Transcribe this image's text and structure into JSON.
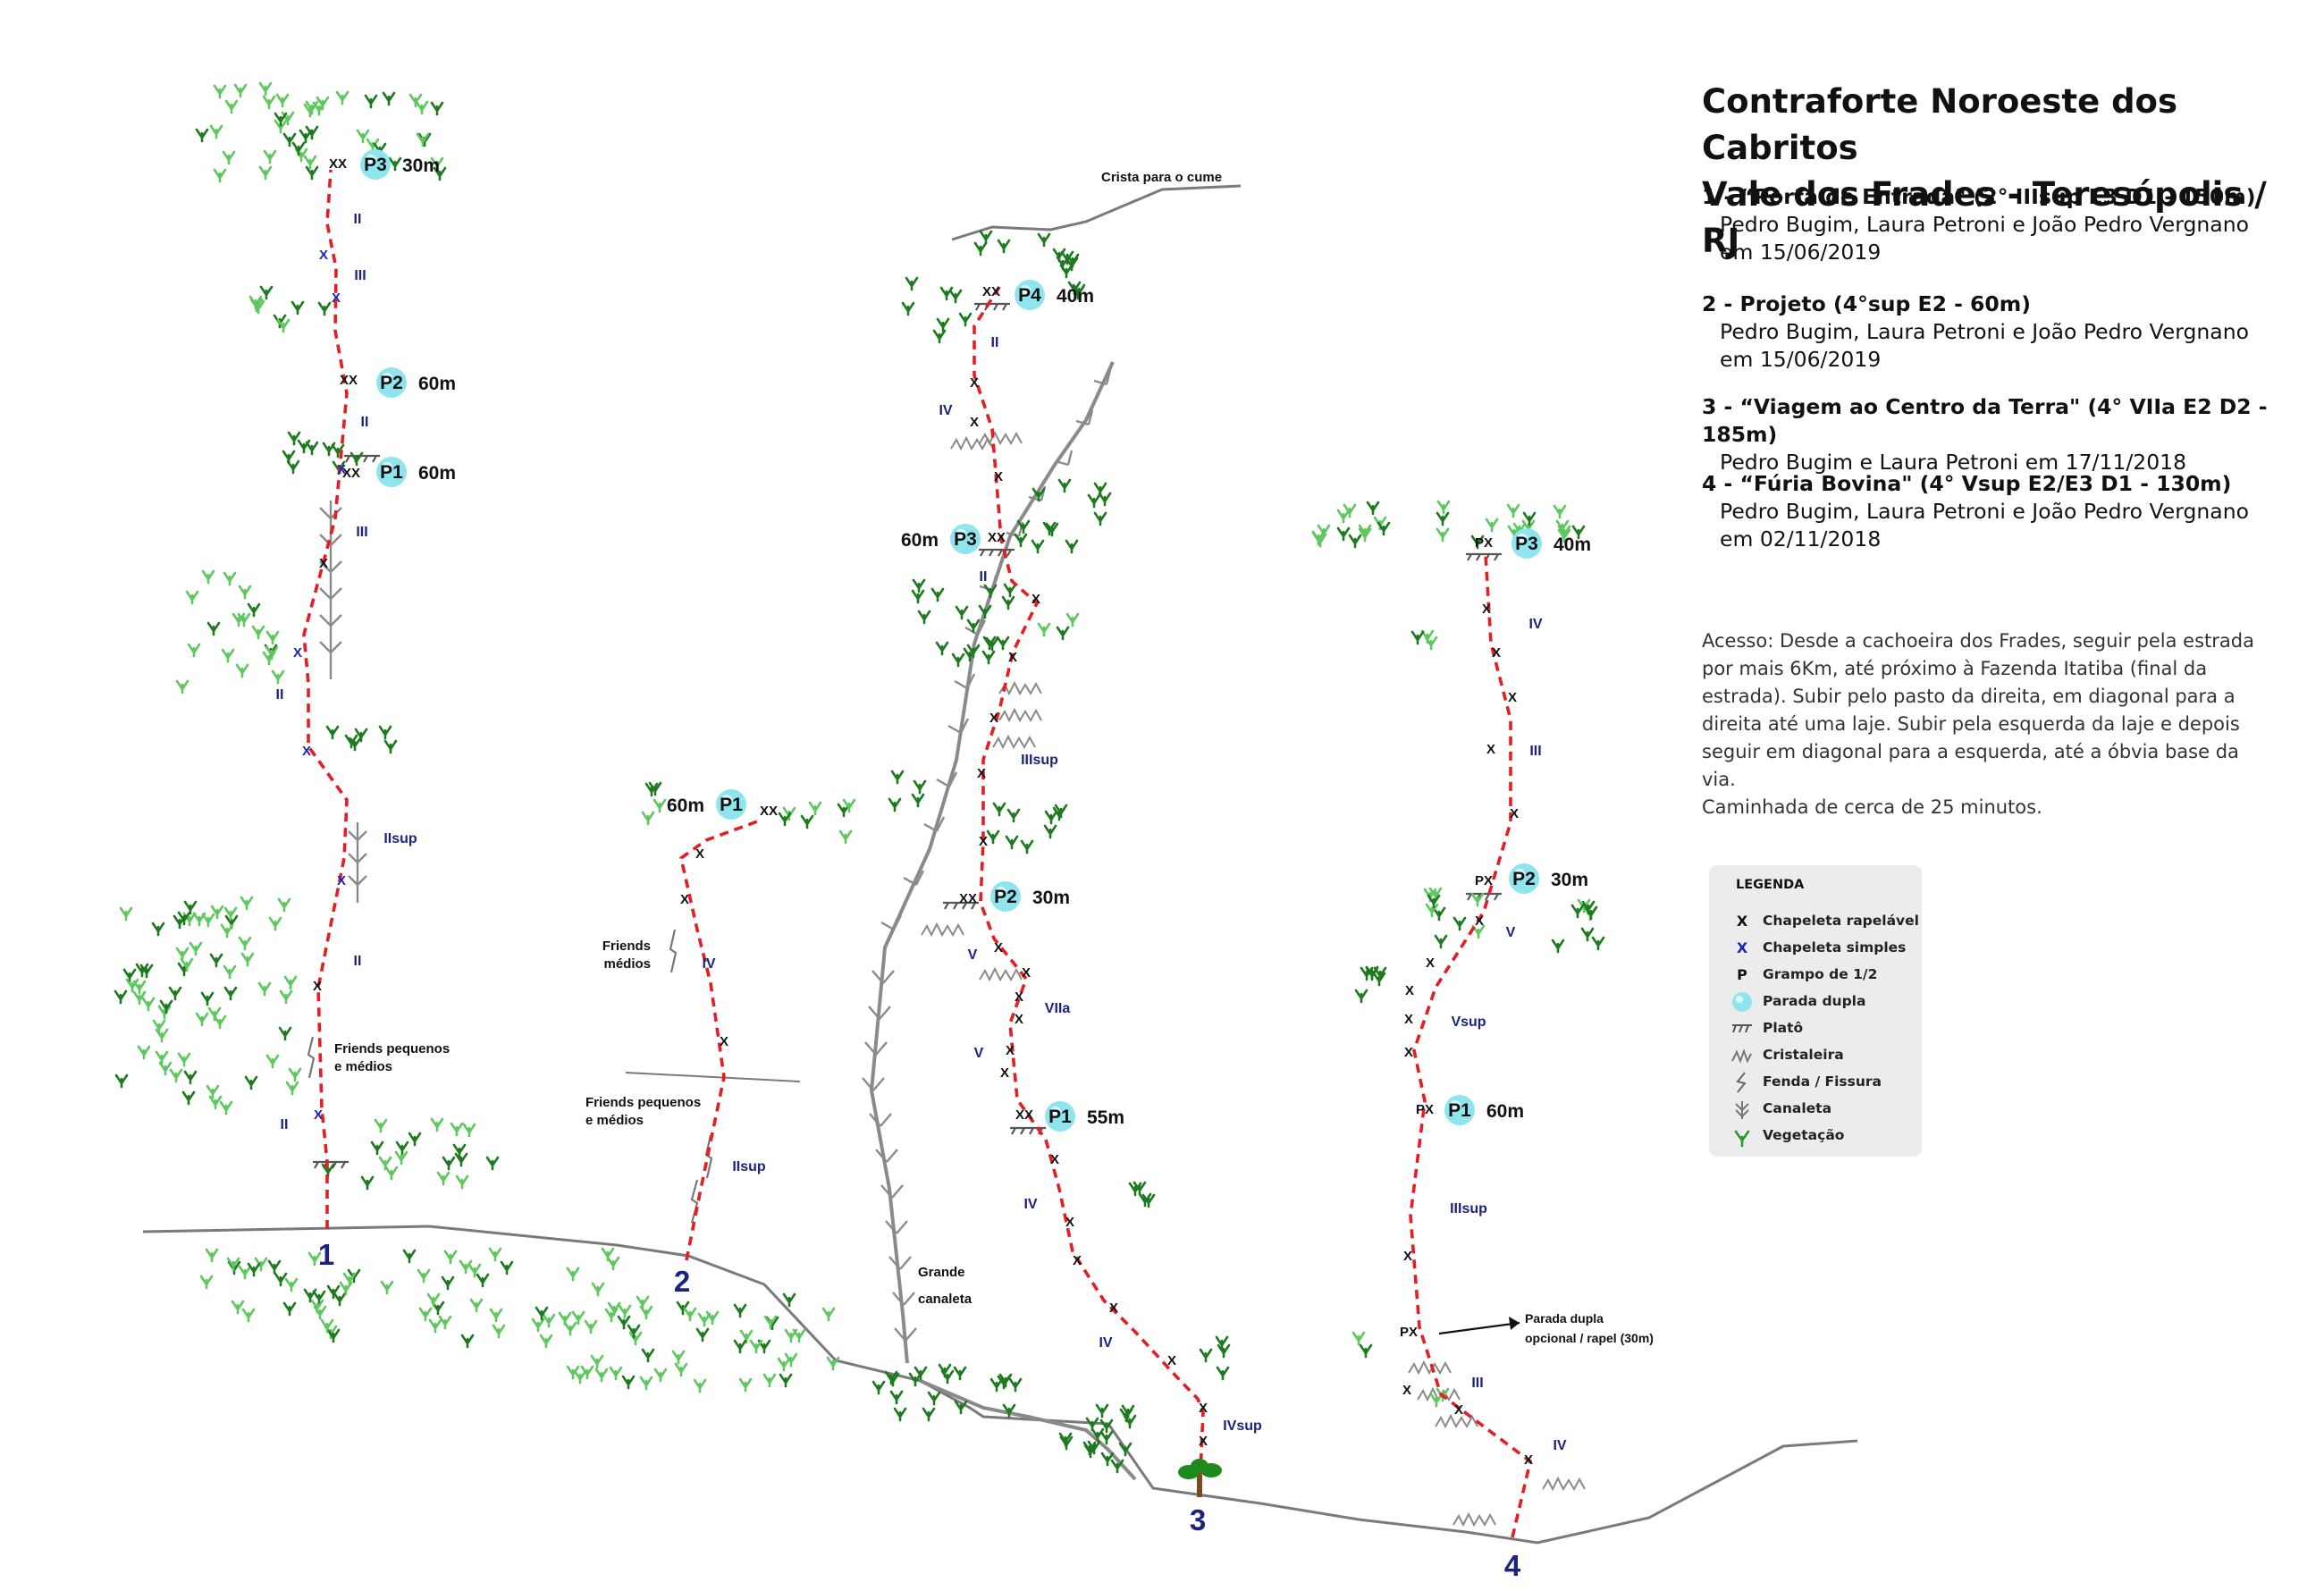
{
  "title": {
    "line1": "Contraforte Noroeste dos Cabritos",
    "line2": "Vale dos Frades - Teresópolis / RJ"
  },
  "routes": [
    {
      "heading": "1 - “Porta de Entrada\" (2° IIIsup E3 D1 - 150m)",
      "lines": [
        "Pedro Bugim, Laura Petroni e João Pedro Vergnano",
        "em 15/06/2019"
      ]
    },
    {
      "heading": "2 - Projeto (4°sup E2 - 60m)",
      "lines": [
        "Pedro Bugim, Laura Petroni e João Pedro Vergnano",
        "em 15/06/2019"
      ]
    },
    {
      "heading": "3 - “Viagem ao Centro da Terra\" (4° VIIa E2 D2 - 185m)",
      "lines": [
        "Pedro Bugim e Laura Petroni em 17/11/2018"
      ]
    },
    {
      "heading": "4 - “Fúria Bovina\" (4° Vsup E2/E3 D1 - 130m)",
      "lines": [
        "Pedro Bugim, Laura Petroni e João Pedro Vergnano",
        "em 02/11/2018"
      ]
    }
  ],
  "access": {
    "lines": [
      "Acesso: Desde a cachoeira dos Frades, seguir pela estrada",
      "por mais 6Km, até próximo à Fazenda Itatiba (final da",
      "estrada). Subir pelo pasto da direita, em diagonal para a",
      "direita até uma laje. Subir pela esquerda da laje e depois",
      "seguir em diagonal para a esquerda, até a óbvia base da via.",
      "Caminhada de cerca de 25 minutos."
    ]
  },
  "legend": {
    "title": "LEGENDA",
    "items": [
      {
        "symbol": "X",
        "label": "Chapeleta rapelável",
        "color": "#111111"
      },
      {
        "symbol": "X",
        "label": "Chapeleta simples",
        "color": "#1a24b8"
      },
      {
        "symbol": "P",
        "label": "Grampo de 1/2",
        "color": "#111111"
      },
      {
        "symbol": "",
        "label": "Parada dupla",
        "color": "#8ee5ee",
        "icon": "circle-icon"
      },
      {
        "symbol": "",
        "label": "Platô",
        "color": "#555555",
        "icon": "plato-icon"
      },
      {
        "symbol": "",
        "label": "Cristaleira",
        "color": "#777777",
        "icon": "cristaleira-icon"
      },
      {
        "symbol": "",
        "label": "Fenda / Fissura",
        "color": "#666666",
        "icon": "crack-icon"
      },
      {
        "symbol": "",
        "label": "Canaleta",
        "color": "#777777",
        "icon": "canaleta-icon"
      },
      {
        "symbol": "",
        "label": "Vegetação",
        "color": "#2a9a2a",
        "icon": "vegetation-icon"
      }
    ]
  },
  "colors": {
    "route_line": "#e31e24",
    "ground": "#777777",
    "grade": "#1a237e",
    "bolt_simple": "#1a24b8",
    "station_fill": "#8ee5ee",
    "veg_dark": "#1e7a1e",
    "veg_light": "#5ec85e"
  },
  "diagram": {
    "route_numbers": [
      "1",
      "2",
      "3",
      "4"
    ],
    "crista_label": "Crista para o cume",
    "station_labels": {
      "r1p1": "P1",
      "r1p1len": "60m",
      "r1p2": "P2",
      "r1p2len": "60m",
      "r1p3": "P3",
      "r1p3len": "30m",
      "r2p1": "P1",
      "r2p1len": "60m",
      "r3p1": "P1",
      "r3p1len": "55m",
      "r3p2": "P2",
      "r3p2len": "30m",
      "r3p3": "P3",
      "r3p3len": "60m",
      "r3p4": "P4",
      "r3p4len": "40m",
      "r4p1": "P1",
      "r4p1len": "60m",
      "r4p2": "P2",
      "r4p2len": "30m",
      "r4p3": "P3",
      "r4p3len": "40m"
    },
    "bolt_marks": {
      "xx": "XX",
      "x": "X",
      "px": "PX",
      "p": "P"
    },
    "grades": {
      "r1": [
        "II",
        "III",
        "II",
        "III",
        "II",
        "IIsup",
        "II",
        "II"
      ],
      "r2": [
        "IV",
        "IIsup"
      ],
      "r3": [
        "II",
        "IV",
        "II",
        "IIIsup",
        "V",
        "VIIa",
        "V",
        "IV",
        "IV",
        "IVsup"
      ],
      "r4": [
        "IV",
        "III",
        "V",
        "Vsup",
        "IIIsup",
        "III",
        "IV"
      ]
    },
    "notes": {
      "friends_small_medium": [
        "Friends pequenos",
        "e médios"
      ],
      "friends_medium": [
        "Friends",
        "médios"
      ],
      "grande_canaleta": [
        "Grande",
        "canaleta"
      ],
      "parada_opcional": [
        "Parada dupla",
        "opcional / rapel (30m)"
      ]
    }
  }
}
